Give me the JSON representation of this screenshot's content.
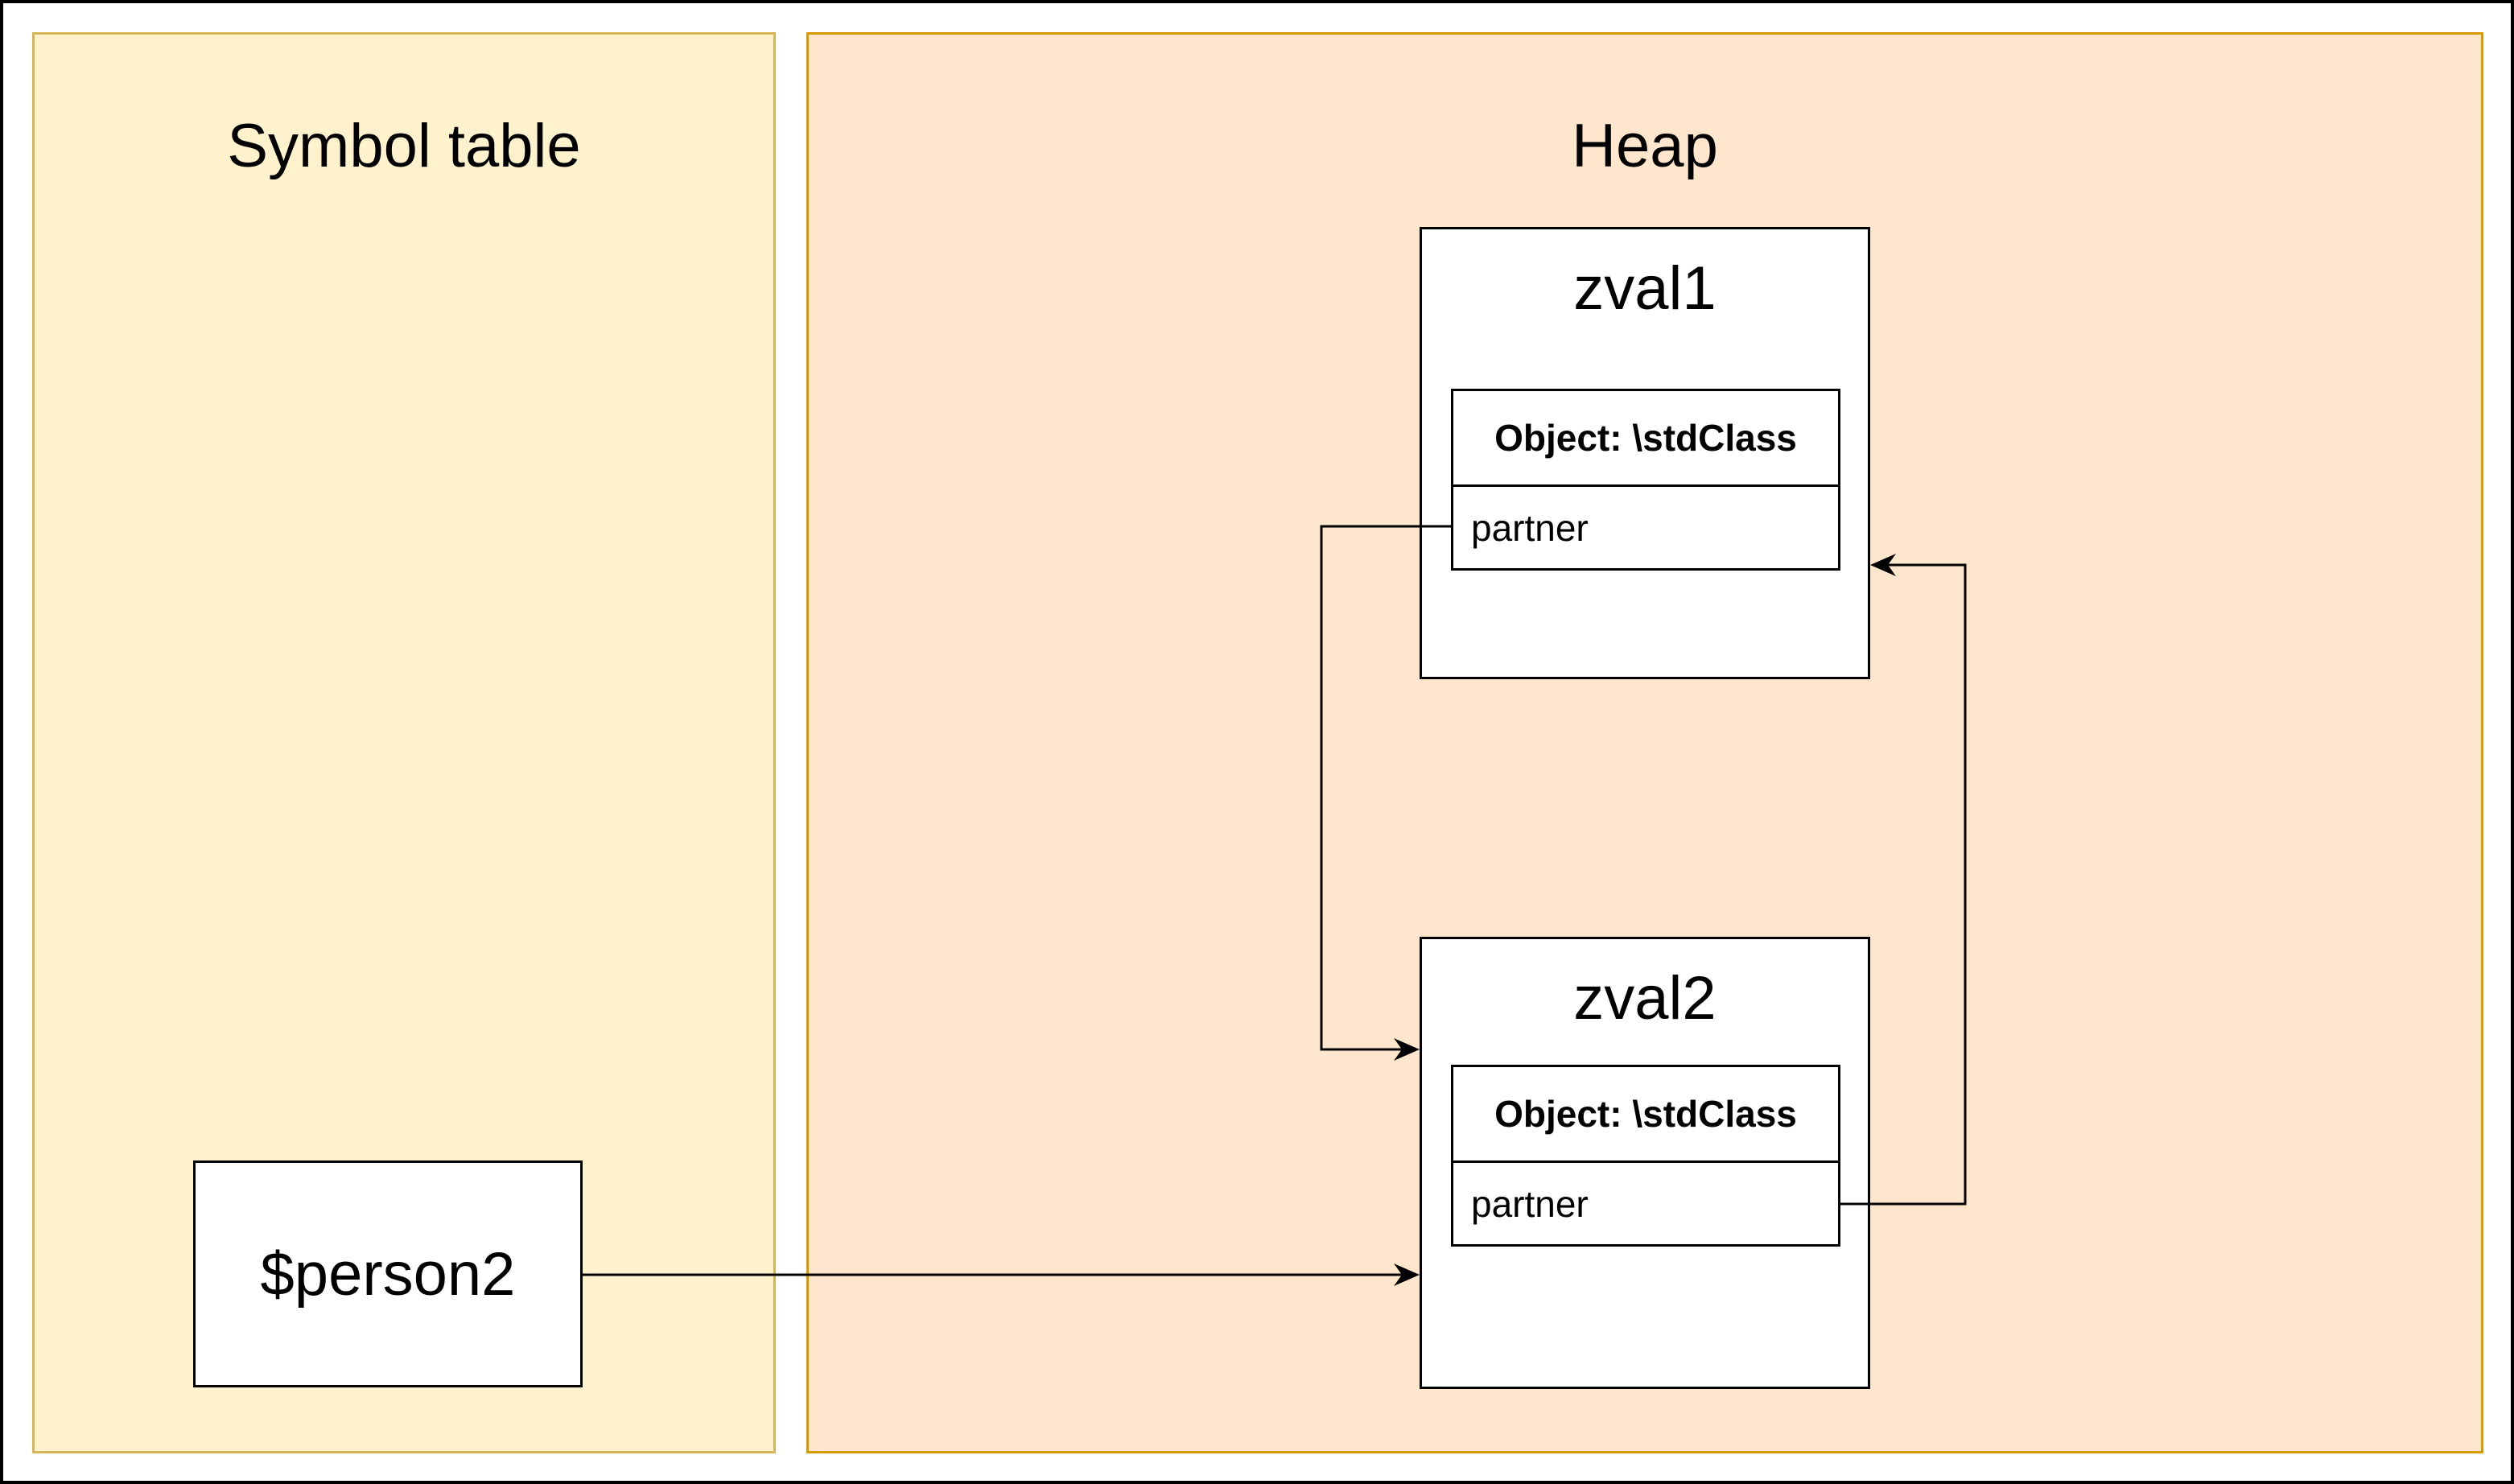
{
  "symbol_table": {
    "title": "Symbol table",
    "variable": "$person2"
  },
  "heap": {
    "title": "Heap",
    "zvals": [
      {
        "name": "zval1",
        "object": {
          "class_label": "Object: \\stdClass",
          "field": "partner"
        }
      },
      {
        "name": "zval2",
        "object": {
          "class_label": "Object: \\stdClass",
          "field": "partner"
        }
      }
    ]
  },
  "colors": {
    "symbol_table_fill": "#fff2cc",
    "symbol_table_border": "#d6b656",
    "heap_fill": "#ffe6cc",
    "heap_border": "#d79b00"
  }
}
